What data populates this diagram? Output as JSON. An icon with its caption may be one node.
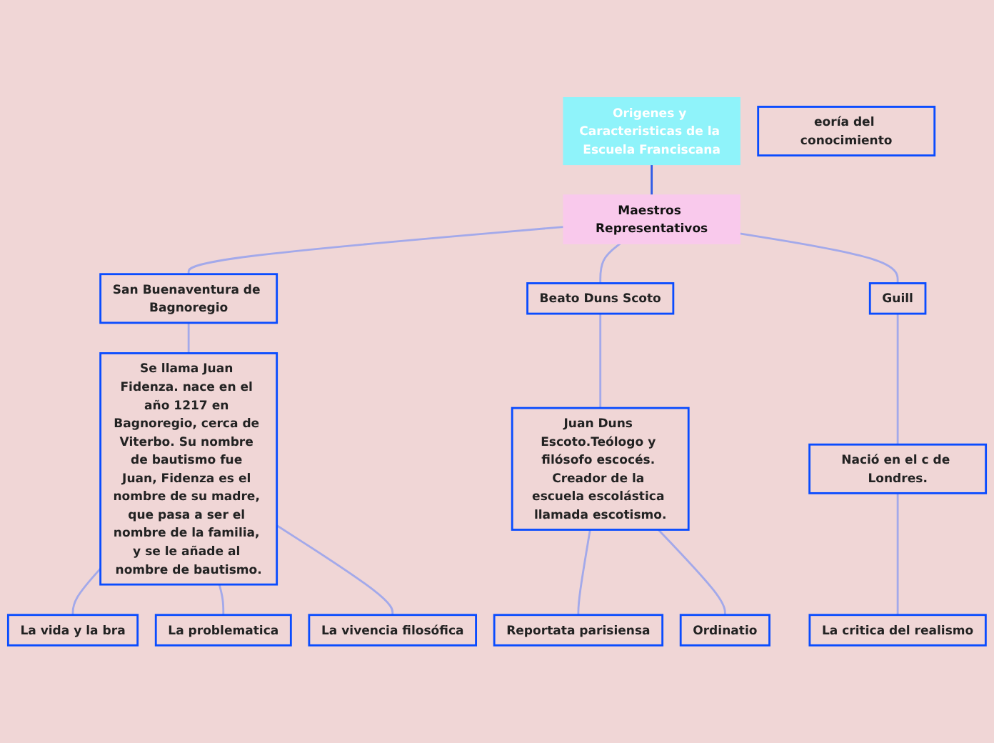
{
  "diagram": {
    "nodes": [
      {
        "text": [
          "Origenes y Caracteristicas de la Escuela Franciscana"
        ]
      },
      {
        "text": [
          "Maestros Representativos"
        ]
      },
      {
        "text": [
          "San Buenaventura de Bagnoregio"
        ]
      },
      {
        "text": [
          "Beato Duns Scoto"
        ]
      },
      {
        "text": [
          "Guill"
        ]
      },
      {
        "text": [
          "Se llama Juan Fidenza. nace en el año 1217 en Bagnoregio, cerca de Viterbo. Su nombre de bautismo fue Juan, Fidenza es el nombre de su madre, que pasa a ser el nombre de la familia, y se le añade al nombre de bautismo."
        ]
      },
      {
        "text": [
          "Juan Duns Escoto.Teólogo y filósofo escocés. Creador de la escuela escolástica llamada escotismo."
        ]
      },
      {
        "text": [
          "Nació en el c de Londres."
        ]
      },
      {
        "text": [
          "eoría del conocimiento"
        ]
      },
      {
        "text": [
          "La vida y la bra"
        ]
      },
      {
        "text": [
          "La problematica"
        ]
      },
      {
        "text": [
          "La vivencia filosófica"
        ]
      },
      {
        "text": [
          "Reportata parisiensa"
        ]
      },
      {
        "text": [
          "Ordinatio"
        ]
      },
      {
        "text": [
          "La critica del realismo"
        ]
      }
    ],
    "edges": [
      {
        "from": 0,
        "to": 1,
        "arrow": "none",
        "color": "#2e5ce6"
      },
      {
        "from": 1,
        "to": 2,
        "arrow": "none"
      },
      {
        "from": 1,
        "to": 3,
        "arrow": "none"
      },
      {
        "from": 1,
        "to": 4,
        "arrow": "none"
      },
      {
        "from": 2,
        "to": 5,
        "arrow": "none"
      },
      {
        "from": 3,
        "to": 6,
        "arrow": "none"
      },
      {
        "from": 4,
        "to": 7,
        "arrow": "none"
      },
      {
        "from": 5,
        "to": 9,
        "arrow": "none"
      },
      {
        "from": 5,
        "to": 10,
        "arrow": "none"
      },
      {
        "from": 5,
        "to": 11,
        "arrow": "none"
      },
      {
        "from": 6,
        "to": 12,
        "arrow": "none"
      },
      {
        "from": 6,
        "to": 13,
        "arrow": "none"
      },
      {
        "from": 7,
        "to": 14,
        "arrow": "none"
      }
    ]
  }
}
